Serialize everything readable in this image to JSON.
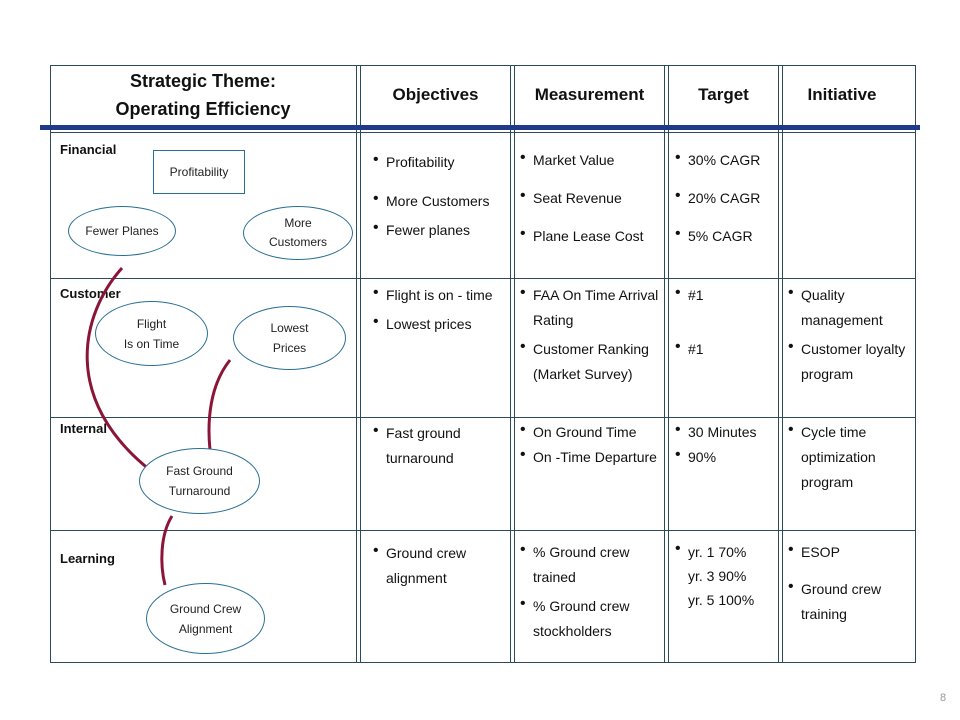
{
  "header": {
    "theme_line1": "Strategic Theme:",
    "theme_line2": "Operating Efficiency",
    "columns": [
      "Objectives",
      "Measurement",
      "Target",
      "Initiative"
    ]
  },
  "rows": [
    {
      "label": "Financial"
    },
    {
      "label": "Customer"
    },
    {
      "label": "Internal"
    },
    {
      "label": "Learning"
    }
  ],
  "map_nodes": {
    "profitability": "Profitability",
    "fewer_planes": "Fewer Planes",
    "more_customers_1": "More",
    "more_customers_2": "Customers",
    "flight_1": "Flight",
    "flight_2": "Is on Time",
    "lowest_1": "Lowest",
    "lowest_2": "Prices",
    "fast_1": "Fast Ground",
    "fast_2": "Turnaround",
    "ground_1": "Ground Crew",
    "ground_2": "Alignment"
  },
  "table": {
    "financial": {
      "objectives": [
        "Profitability",
        "More Customers",
        "Fewer planes"
      ],
      "measurement": [
        "Market Value",
        "Seat Revenue",
        "Plane Lease Cost"
      ],
      "target": [
        "30% CAGR",
        "20% CAGR",
        "5% CAGR"
      ],
      "initiative": []
    },
    "customer": {
      "objectives": [
        "Flight is on - time",
        "Lowest prices"
      ],
      "measurement": [
        "FAA On Time Arrival Rating",
        "Customer Ranking (Market Survey)"
      ],
      "target": [
        "#1",
        "#1"
      ],
      "initiative": [
        "Quality management",
        "Customer loyalty program"
      ]
    },
    "internal": {
      "objectives": [
        "Fast ground turnaround"
      ],
      "measurement": [
        "On Ground Time",
        "On -Time Departure"
      ],
      "target": [
        "30 Minutes",
        "90%"
      ],
      "initiative": [
        "Cycle time optimization program"
      ]
    },
    "learning": {
      "objectives": [
        "Ground crew alignment"
      ],
      "measurement": [
        "% Ground crew trained",
        "% Ground crew stockholders"
      ],
      "target": [
        "yr. 1 70%",
        "yr. 3 90%",
        "yr. 5 100%"
      ],
      "initiative": [
        "ESOP",
        "Ground crew training"
      ]
    }
  },
  "page_number": "8",
  "colors": {
    "frame": "#2d4a5a",
    "header_bar": "#1f3a8a",
    "node_border": "#2a6f95",
    "arrow": "#8b1538"
  }
}
